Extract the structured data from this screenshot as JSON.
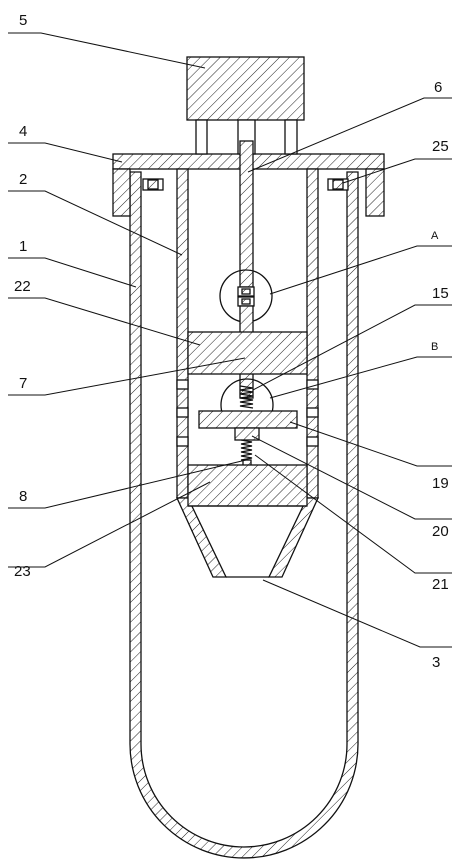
{
  "figure": {
    "labels": [
      "5",
      "6",
      "4",
      "25",
      "2",
      "1",
      "A",
      "22",
      "15",
      "B",
      "7",
      "19",
      "8",
      "20",
      "23",
      "21",
      "3"
    ]
  }
}
